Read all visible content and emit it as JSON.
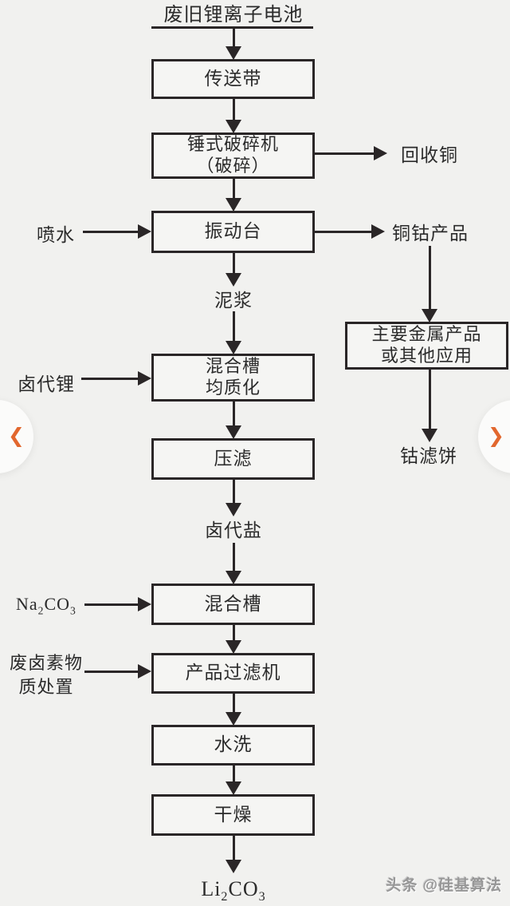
{
  "diagram": {
    "title": "废旧锂离子电池",
    "process_boxes": {
      "conveyor": "传送带",
      "crusher": {
        "line1": "锤式破碎机",
        "line2": "（破碎）"
      },
      "vibrating_table": "振动台",
      "mixing_tank_homogenization": {
        "line1": "混合槽",
        "line2": "均质化"
      },
      "press_filtration": "压滤",
      "mixing_tank": "混合槽",
      "product_filter": "产品过滤机",
      "water_wash": "水洗",
      "drying": "干燥",
      "main_metal_products": {
        "line1": "主要金属产品",
        "line2": "或其他应用"
      }
    },
    "stream_labels": {
      "slurry": "泥浆",
      "halide_salt": "卤代盐",
      "lithium_carbonate": {
        "m1": "Li",
        "s1": "2",
        "m2": "CO",
        "s2": "3"
      }
    },
    "inputs": {
      "water_spray": "喷水",
      "lithium_halide": "卤代锂",
      "sodium_carbonate": {
        "m1": "Na",
        "s1": "2",
        "m2": "CO",
        "s2": "3"
      },
      "waste_halogen_disposal": {
        "line1": "废卤素物",
        "line2": "质处置"
      }
    },
    "outputs": {
      "recycled_copper": "回收铜",
      "copper_cobalt_product": "铜钴产品",
      "cobalt_filter_cake": "钴滤饼"
    }
  },
  "carousel": {
    "prev_icon": "❮",
    "next_icon": "❯",
    "accent_color": "#e2672e"
  },
  "watermark": {
    "text": "头条 @硅基算法"
  },
  "colors": {
    "background": "#f1f1ef",
    "box_fill": "#f5f5f3",
    "line": "#2a2627",
    "text": "#2b2b2b",
    "watermark": "#979797"
  }
}
